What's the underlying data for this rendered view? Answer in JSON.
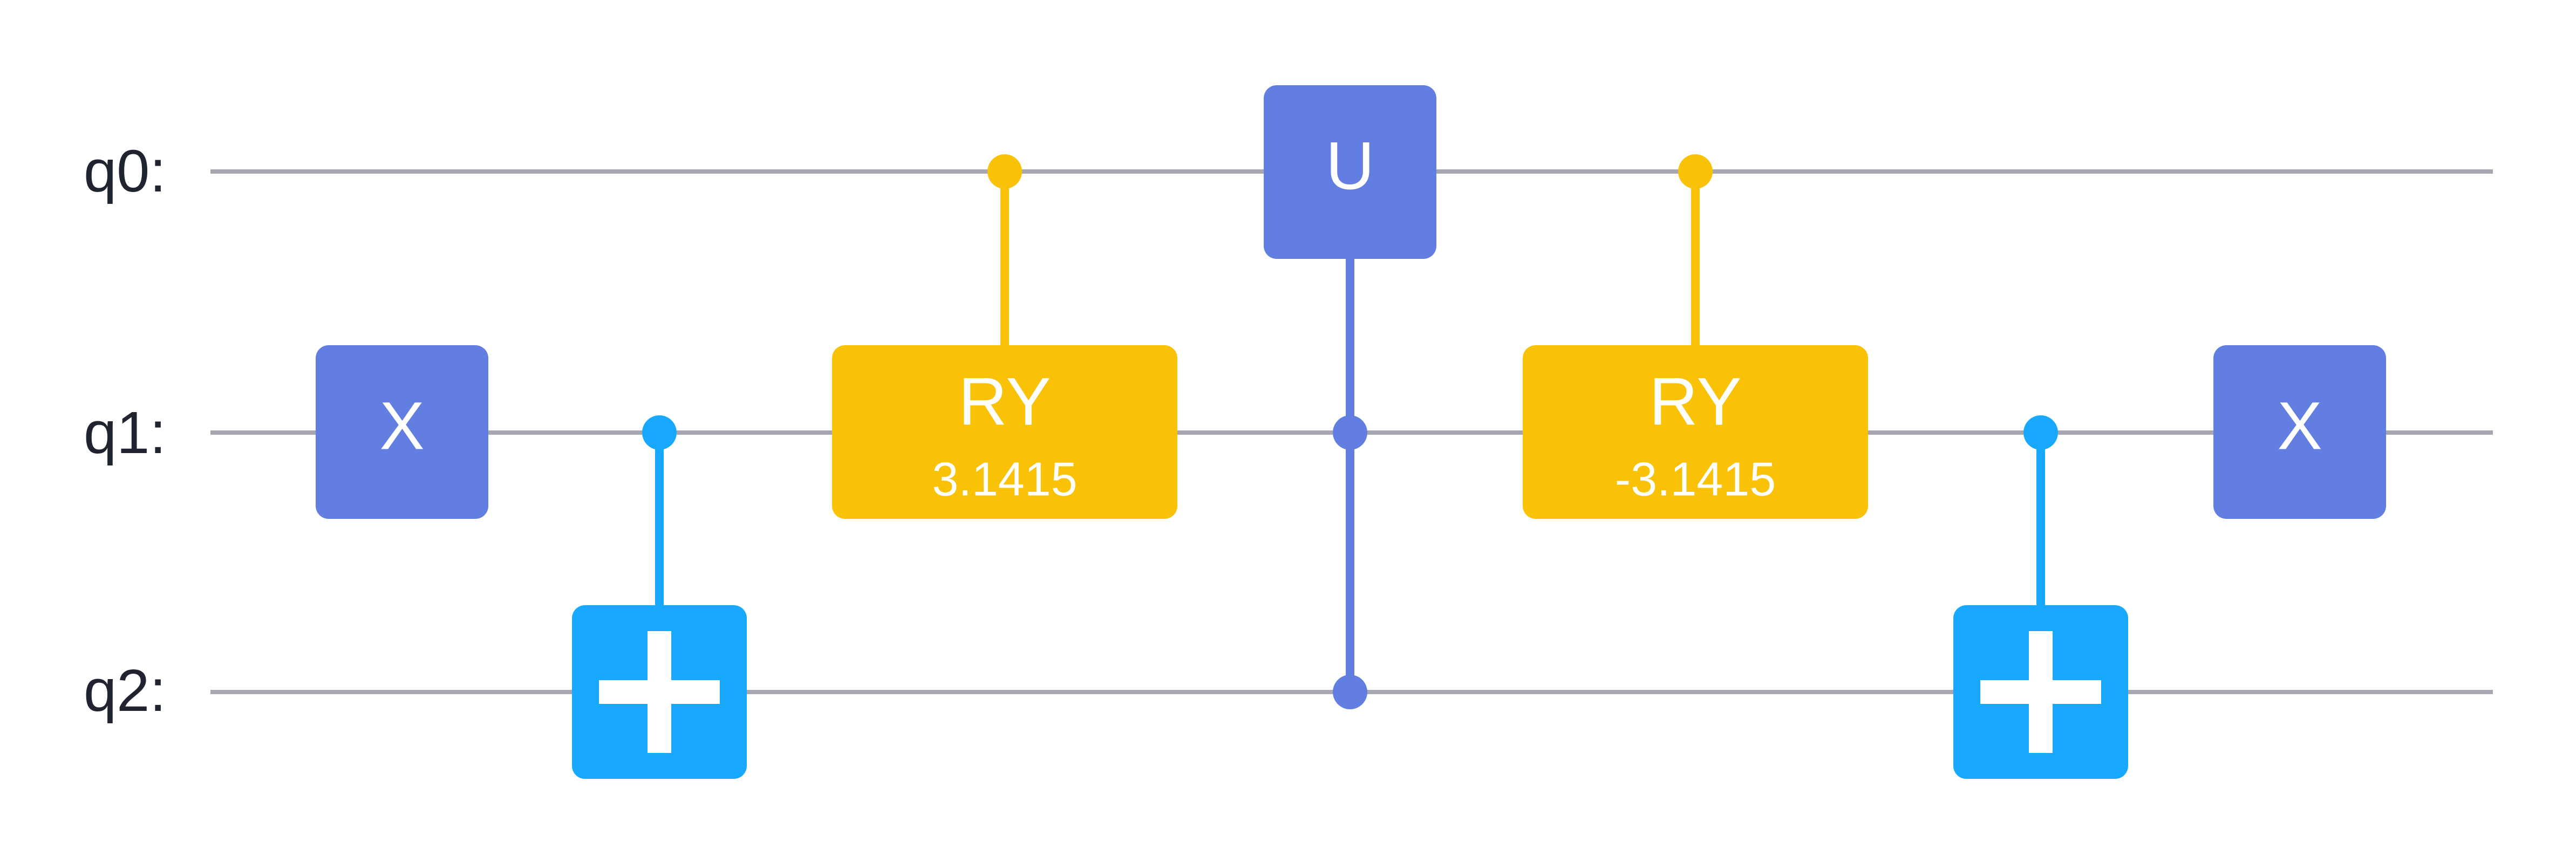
{
  "colors": {
    "wire": "#a6a7b3",
    "x_gate": "#627ee0",
    "u_gate": "#627ee0",
    "cu_control": "#627ee0",
    "ry_gate": "#f9c206",
    "cnot": "#18a9ff",
    "label_text": "#1f2430",
    "gate_text": "#ffffff"
  },
  "qubits": [
    {
      "id": "q0",
      "label": "q0:"
    },
    {
      "id": "q1",
      "label": "q1:"
    },
    {
      "id": "q2",
      "label": "q2:"
    }
  ],
  "gates": [
    {
      "id": "x-1",
      "type": "X",
      "label": "X",
      "qubit": 1,
      "column": 1
    },
    {
      "id": "cnot-1",
      "type": "CNOT",
      "control": 1,
      "target": 2,
      "column": 2
    },
    {
      "id": "cry-1",
      "type": "CRY",
      "label": "RY",
      "param": "3.1415",
      "control": 0,
      "target": 1,
      "column": 3
    },
    {
      "id": "cu-1",
      "type": "CU",
      "label": "U",
      "target": 0,
      "controls": [
        1,
        2
      ],
      "column": 4
    },
    {
      "id": "cry-2",
      "type": "CRY",
      "label": "RY",
      "param": "-3.1415",
      "control": 0,
      "target": 1,
      "column": 5
    },
    {
      "id": "cnot-2",
      "type": "CNOT",
      "control": 1,
      "target": 2,
      "column": 6
    },
    {
      "id": "x-2",
      "type": "X",
      "label": "X",
      "qubit": 1,
      "column": 7
    }
  ]
}
